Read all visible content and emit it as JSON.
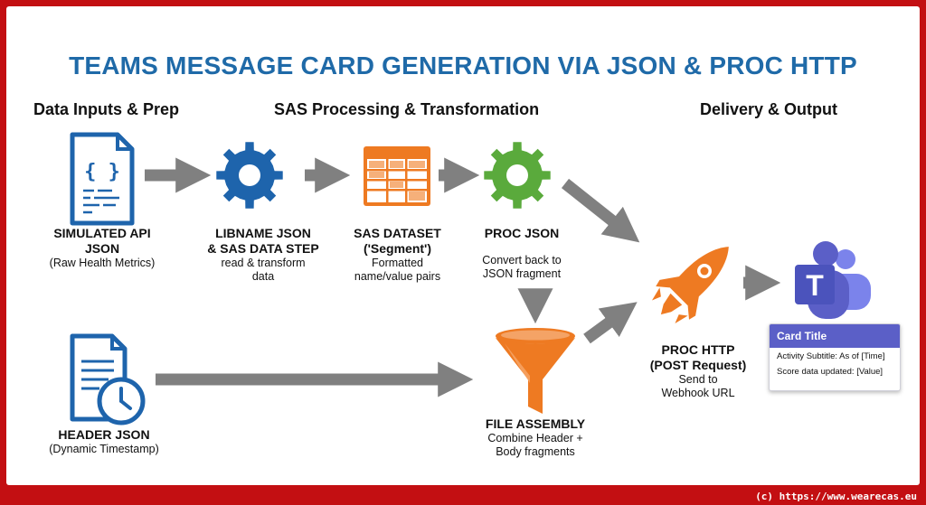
{
  "title": "TEAMS MESSAGE CARD GENERATION VIA JSON & PROC HTTP",
  "sections": {
    "inputs": "Data Inputs & Prep",
    "processing": "SAS Processing & Transformation",
    "delivery": "Delivery & Output"
  },
  "nodes": {
    "api_json": {
      "title": "SIMULATED API\nJSON",
      "subtitle": "(Raw Health Metrics)",
      "icon": "json-document-icon"
    },
    "libname": {
      "title": "LIBNAME JSON\n& SAS DATA STEP",
      "subtitle": "read & transform\ndata",
      "icon": "gear-icon"
    },
    "dataset": {
      "title": "SAS DATASET\n('Segment')",
      "subtitle": "Formatted\nname/value pairs",
      "icon": "table-icon"
    },
    "proc_json": {
      "title": "PROC JSON",
      "subtitle": "Convert back to\nJSON fragment",
      "icon": "gear-icon"
    },
    "header_json": {
      "title": "HEADER JSON",
      "subtitle": "(Dynamic Timestamp)",
      "icon": "document-clock-icon"
    },
    "file_assembly": {
      "title": "FILE ASSEMBLY",
      "subtitle": "Combine Header +\nBody fragments",
      "icon": "funnel-icon"
    },
    "proc_http": {
      "title": "PROC HTTP\n(POST Request)",
      "subtitle": "Send to\nWebhook URL",
      "icon": "rocket-icon"
    },
    "teams": {
      "icon": "microsoft-teams-icon",
      "letter": "T"
    }
  },
  "card": {
    "title": "Card Title",
    "line1": "Activity Subtitle: As of [Time]",
    "line2": "Score data updated: [Value]"
  },
  "json_glyph": "{ }",
  "footer": "(c) https://www.wearecas.eu",
  "colors": {
    "border": "#c30f12",
    "title": "#1f6aa8",
    "blue": "#1e64ac",
    "orange": "#ee7a22",
    "green": "#5aaa3c",
    "arrow": "#808080",
    "teams_purple": "#5b5fc7"
  }
}
